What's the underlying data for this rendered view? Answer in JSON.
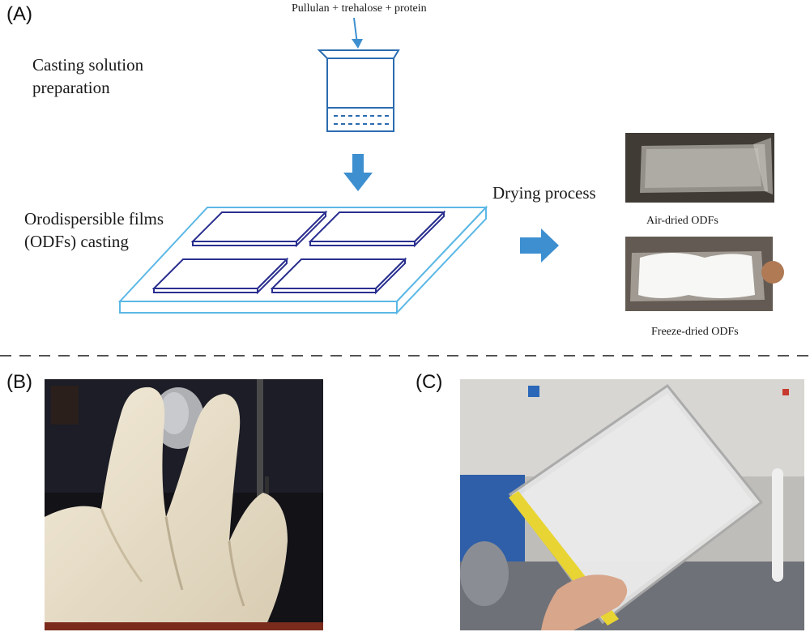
{
  "panel_a": {
    "label": "(A)",
    "ingredients": "Pullulan + trehalose + protein",
    "step1_line1": "Casting solution",
    "step1_line2": "preparation",
    "step2_line1": "Orodispersible films",
    "step2_line2": "(ODFs) casting",
    "step3": "Drying process",
    "air_caption": "Air-dried ODFs",
    "freeze_caption": "Freeze-dried ODFs"
  },
  "panel_b": {
    "label": "(B)"
  },
  "panel_c": {
    "label": "(C)"
  },
  "colors": {
    "arrow_blue": "#3d8fd0",
    "beaker_stroke": "#2b6cb0",
    "plate_stroke": "#5bb8e6",
    "film_stroke": "#2a2f8f",
    "glove": "#ece3cf",
    "tape": "#e8d533"
  }
}
